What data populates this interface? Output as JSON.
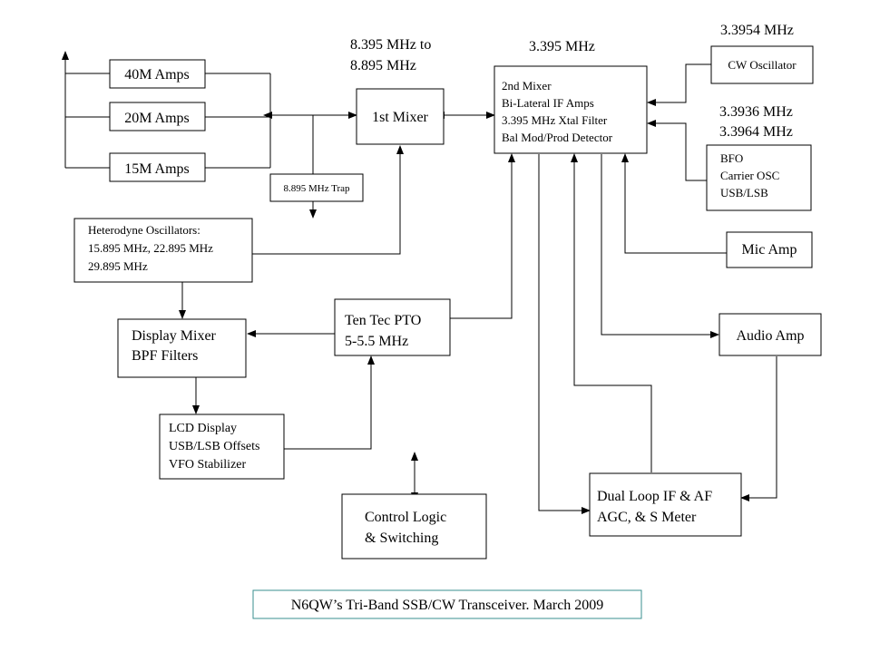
{
  "blocks": {
    "amp_40m": "40M Amps",
    "amp_20m": "20M Amps",
    "amp_15m": "15M Amps",
    "first_mixer": "1st Mixer",
    "trap": "8.895 MHz Trap",
    "het_osc": [
      "Heterodyne Oscillators:",
      "15.895 MHz, 22.895 MHz",
      "29.895 MHz"
    ],
    "display_mixer": [
      "Display Mixer",
      "BPF Filters"
    ],
    "lcd": [
      "LCD Display",
      "USB/LSB Offsets",
      "VFO Stabilizer"
    ],
    "pto": [
      "Ten Tec PTO",
      "5-5.5 MHz"
    ],
    "control": [
      "Control Logic",
      "& Switching"
    ],
    "second_mixer": [
      "2nd Mixer",
      "Bi-Lateral IF Amps",
      "3.395 MHz Xtal Filter",
      "Bal Mod/Prod Detector"
    ],
    "cw_osc": "CW Oscillator",
    "bfo": [
      "BFO",
      "Carrier OSC",
      "USB/LSB"
    ],
    "mic_amp": "Mic Amp",
    "audio_amp": "Audio Amp",
    "agc": [
      "Dual Loop IF & AF",
      "AGC, & S Meter"
    ]
  },
  "labels": {
    "first_if": [
      "8.395 MHz to",
      "8.895 MHz"
    ],
    "second_if": "3.395 MHz",
    "cw_freq": "3.3954 MHz",
    "bfo_freq": [
      "3.3936 MHz",
      "3.3964 MHz"
    ]
  },
  "caption": "N6QW’s Tri-Band SSB/CW Transceiver. March 2009"
}
